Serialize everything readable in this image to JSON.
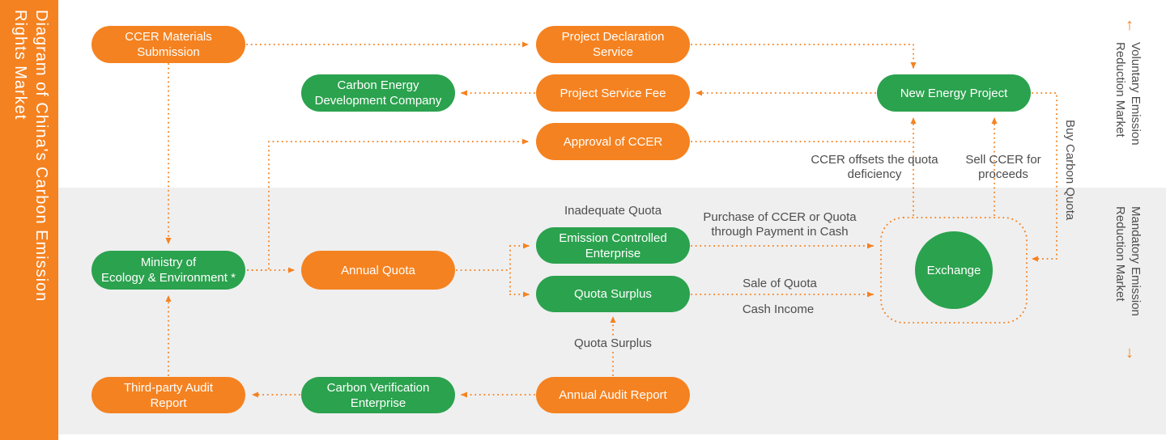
{
  "title": "Diagram of China's Carbon Emission\nRights Market",
  "markets": {
    "voluntary": {
      "arrow": "↑",
      "label": "Voluntary Emission\nReduction Market"
    },
    "mandatory": {
      "arrow": "↓",
      "label": "Mandatory Emission\nReduction Market"
    }
  },
  "nodes": {
    "ccer_materials_submission": "CCER Materials\nSubmission",
    "project_declaration_service": "Project Declaration\nService",
    "carbon_energy_development_company": "Carbon Energy\nDevelopment Company",
    "project_service_fee": "Project Service Fee",
    "new_energy_project": "New Energy Project",
    "approval_of_ccer": "Approval of CCER",
    "ministry_of_ecology_environment": "Ministry of\nEcology & Environment *",
    "annual_quota": "Annual Quota",
    "emission_controlled_enterprise": "Emission Controlled\nEnterprise",
    "quota_surplus": "Quota Surplus",
    "exchange": "Exchange",
    "annual_audit_report": "Annual Audit Report",
    "carbon_verification_enterprise": "Carbon Verification\nEnterprise",
    "third_party_audit_report": "Third-party Audit\nReport"
  },
  "flow_labels": {
    "inadequate_quota": "Inadequate Quota",
    "quota_surplus": "Quota Surplus",
    "purchase_of_ccer": "Purchase of CCER or Quota\nthrough Payment in Cash",
    "sale_of_quota": "Sale of Quota",
    "cash_income": "Cash Income",
    "ccer_offsets": "CCER offsets the quota\ndeficiency",
    "sell_ccer": "Sell CCER for\nproceeds",
    "buy_carbon_quota": "Buy Carbon Quota"
  },
  "colors": {
    "orange": "#F58220",
    "green": "#2BA24E",
    "text_gray": "#4D4D4D",
    "mandatory_section_bg": "#EFEFEF"
  }
}
